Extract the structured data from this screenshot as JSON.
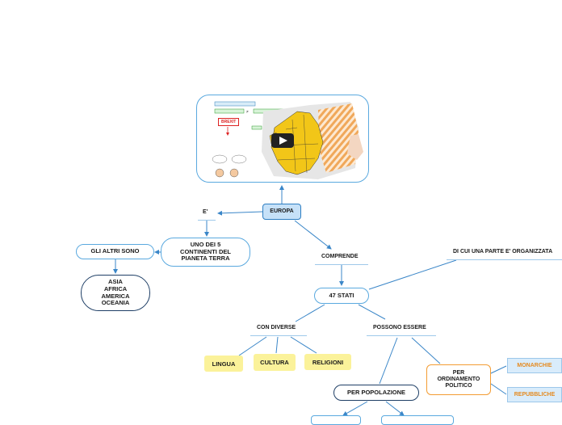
{
  "nodes": {
    "europa": "EUROPA",
    "e": "E'",
    "uno_dei": "UNO DEI 5\nCONTINENTI DEL\nPIANETA TERRA",
    "gli_altri": "GLI ALTRI SONO",
    "continenti": "ASIA\nAFRICA\nAMERICA\nOCEANIA",
    "comprende": "COMPRENDE",
    "stati": "47 STATI",
    "di_cui": "DI CUI UNA PARTE E' ORGANIZZATA",
    "con_diverse": "CON DIVERSE",
    "possono_essere": "POSSONO ESSERE",
    "lingua": "LINGUA",
    "cultura": "CULTURA",
    "religioni": "RELIGIONI",
    "per_popolazione": "PER POPOLAZIONE",
    "per_ordinamento": "PER\nORDINAMENTO\nPOLITICO",
    "monarchie": "MONARCHIE",
    "repubbliche": "REPUBBLICHE"
  },
  "video": {
    "brexit": "BREXIT",
    "map_color": "#f2c618",
    "stripe_color": "#f0a85a",
    "play_icon": "play-icon"
  },
  "colors": {
    "blue_border": "#5aa9df",
    "navy_border": "#1f3f66",
    "orange": "#f39c33",
    "yellow_fill": "#fbf29a"
  }
}
